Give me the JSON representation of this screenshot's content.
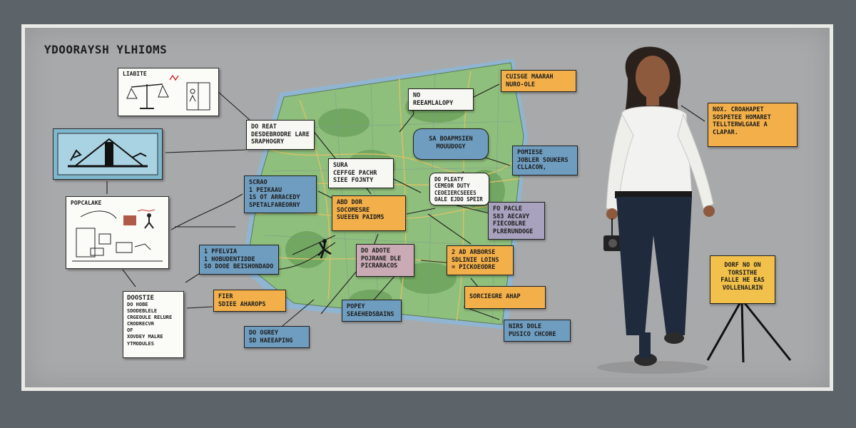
{
  "title": "ƳDOORAYSH YLHIOMS",
  "colors": {
    "board": "#a8a9aa",
    "map_land": "#8fbf7c",
    "map_water": "#8fb5d3",
    "sticky_orange": "#f3b04a",
    "sticky_blue": "#6f9dc0"
  },
  "cards": {
    "scales": {
      "label": "LIABITE"
    },
    "bridge": {
      "label": ""
    },
    "popcalake": {
      "label": "POPCALAKE"
    },
    "doostie": {
      "label": "DOOSTIE",
      "lines": [
        "DO HOBE",
        "SDODEBLELE",
        "CRGEOULE RELURE",
        "CRODRECVR",
        "OF",
        "XOVDEY MALRE",
        "YTMODULES"
      ]
    }
  },
  "notes": {
    "do_reat": [
      "DO REAT",
      "DESDEBRODRE LARE",
      "SRAPHOGRY"
    ],
    "no_recall": [
      "NO",
      "REEAMLALOPY"
    ],
    "cuisge": [
      "CUISGE MAARAH",
      "NURO-OLE"
    ],
    "sa_map": [
      "SA BOAPMSIEN",
      "MOUUDOGY"
    ],
    "pomiese": [
      "POMIESE",
      "JOBLER SOUKERS",
      "CLLACON,"
    ],
    "sura": [
      "SURA",
      "CEFFGE PACHR",
      "SIEE FOJNTY"
    ],
    "do_pleaty": [
      "DO PLEATY",
      "CEMEOR DUTY",
      "CEOEIERCSEEES",
      "OALE EJDO SPEIR"
    ],
    "scrao": [
      "SCRAO",
      "1 PEIKAAU",
      "1S OT ARRACEDY",
      "SPETALFAREORNY"
    ],
    "abd_dor": [
      "ABD DOR",
      "SOCOMESRE",
      "SUEEEN PAIDMS"
    ],
    "fo_pacle": [
      "FO PACLE",
      "S83 AECAVY",
      "FIECOBLRE",
      "PLRERUNDOGE"
    ],
    "pfelvia": [
      "1 PFELVIA",
      "1 HOBUDENTIDDE",
      "SO DOOE BEISHONDADO"
    ],
    "do_adote": [
      "DO ADOTE",
      "POJRANE DLE",
      "PICRARACOS"
    ],
    "two_ad": [
      "2 AD ARBORSE",
      "SDLINIE LOINS",
      "= PICKOEODRE"
    ],
    "fiter": [
      "FIER",
      "SDIEE AHAROPS"
    ],
    "sorciegre": [
      "SORCIEGRE AHAP"
    ],
    "popey": [
      "POPEY",
      "SEAEHEDSBAINS"
    ],
    "do_ogrey": [
      "DO OGREY",
      "SD HAEEAPING"
    ],
    "nirs": [
      "NIRS DOLE",
      "PUSICO CHCORE"
    ],
    "nox": [
      "NOX. CROAHAPET",
      "SOSPETEE HOMARET",
      "TELLTERWLGAAE A",
      "CLAPAR."
    ],
    "easel": [
      "DORF NO ON",
      "TORSITHE",
      "FALLE HE EAS",
      "VOLLENALRIN"
    ]
  }
}
